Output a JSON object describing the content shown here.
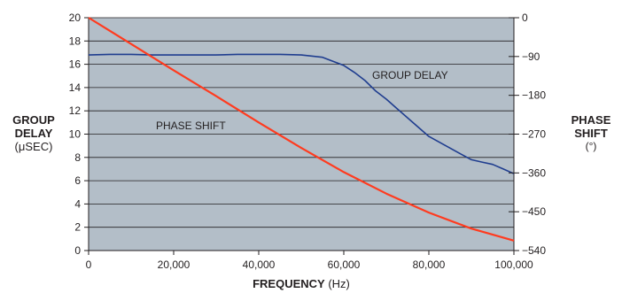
{
  "chart_data": {
    "type": "line",
    "xlabel": "FREQUENCY",
    "xlabel_unit": "(Hz)",
    "ylabel_left": [
      "GROUP",
      "DELAY"
    ],
    "ylabel_left_unit": "(μSEC)",
    "ylabel_right": [
      "PHASE",
      "SHIFT"
    ],
    "ylabel_right_unit": "(°)",
    "xlim": [
      0,
      100000
    ],
    "ylim_left": [
      0,
      20
    ],
    "ylim_right": [
      -540,
      0
    ],
    "grid": true,
    "x_ticks": [
      "0",
      "20,000",
      "40,000",
      "60,000",
      "80,000",
      "100,000"
    ],
    "y_left_ticks": [
      "0",
      "2",
      "4",
      "6",
      "8",
      "10",
      "12",
      "14",
      "16",
      "18",
      "20"
    ],
    "y_right_ticks": [
      "0",
      "−90",
      "−180",
      "−270",
      "−360",
      "−450",
      "−540"
    ],
    "colors": {
      "plot_background": "#b3bec8",
      "group_delay": "#1f3d8f",
      "phase_shift": "#ff3b1f",
      "grid": "#231f20"
    },
    "series": [
      {
        "name": "GROUP DELAY",
        "axis": "left",
        "x": [
          0,
          5000,
          10000,
          15000,
          20000,
          25000,
          30000,
          35000,
          40000,
          45000,
          50000,
          55000,
          60000,
          62500,
          65000,
          67500,
          70000,
          72500,
          75000,
          77500,
          80000,
          82500,
          85000,
          87500,
          90000,
          92500,
          95000,
          97500,
          100000
        ],
        "values": [
          16.8,
          16.85,
          16.85,
          16.8,
          16.8,
          16.8,
          16.8,
          16.85,
          16.85,
          16.85,
          16.8,
          16.6,
          15.9,
          15.3,
          14.6,
          13.7,
          13.0,
          12.2,
          11.4,
          10.6,
          9.8,
          9.3,
          8.8,
          8.3,
          7.8,
          7.6,
          7.4,
          7.0,
          6.6
        ]
      },
      {
        "name": "PHASE SHIFT",
        "axis": "right",
        "x": [
          0,
          10000,
          20000,
          30000,
          40000,
          50000,
          60000,
          70000,
          80000,
          90000,
          100000
        ],
        "values": [
          0,
          -61,
          -122,
          -182,
          -243,
          -302,
          -358,
          -408,
          -452,
          -489,
          -517
        ]
      }
    ],
    "annotations": [
      "GROUP DELAY",
      "PHASE SHIFT"
    ]
  }
}
